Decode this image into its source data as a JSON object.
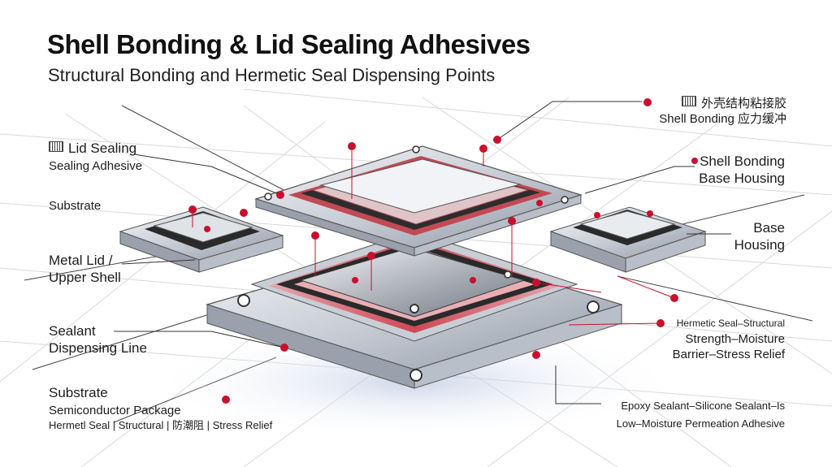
{
  "title": "Shell Bonding & Lid Sealing Adhesives",
  "subtitle": "Structural Bonding and Hermetic Seal Dispensing Points",
  "labels": {
    "top_right_line1": "外壳结构粘接胶",
    "top_right_line2": "Shell Bonding 应力缓冲",
    "shell_bonding_line1": "Shell Bonding",
    "shell_bonding_line2": "Base Housing",
    "base_housing_line1": "Base",
    "base_housing_line2": "Housing",
    "hermetic_line1": "Hermetic Seal–Structural",
    "hermetic_line2": "Strength–Moisture",
    "hermetic_line3": "Barrier–Stress Relief",
    "epoxy_line1": "Epoxy Sealant–Silicone Sealant–Is",
    "epoxy_line2": "Low–Moisture Permeation Adhesive",
    "lid_sealing_line1": "Lid Sealing",
    "lid_sealing_line2": "Sealing Adhesive",
    "substrate": "Substrate",
    "metal_lid_line1": "Metal Lid /",
    "metal_lid_line2": "Upper Shell",
    "sealant_line1": "Sealant",
    "sealant_line2": "Dispensing Line",
    "substrate_pkg_line1": "Substrate",
    "substrate_pkg_line2": "Semiconductor Package",
    "footer": "Hermetl Seal | Structural | 防潮阻 | Stress Relief"
  },
  "colors": {
    "accent_red": "#c8102e",
    "metal": "#d9dde3",
    "line": "#333333"
  }
}
